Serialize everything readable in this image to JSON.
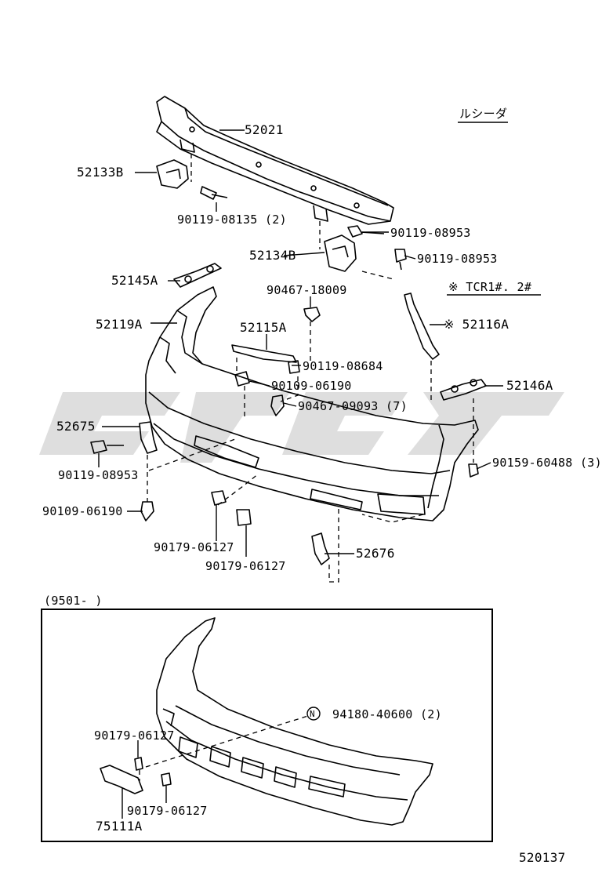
{
  "header": {
    "model_note": "ルシーダ",
    "variant_note": "※ TCR1#. 2#"
  },
  "parts": {
    "p52021": "52021",
    "p52133B": "52133B",
    "p90119_08135": "90119-08135 (2)",
    "p90119_08953_a": "90119-08953",
    "p52134B": "52134B",
    "p90119_08953_b": "90119-08953",
    "p52145A": "52145A",
    "p90467_18009": "90467-18009",
    "p52119A": "52119A",
    "p52116A": "※ 52116A",
    "p52115A": "52115A",
    "p90119_08684": "90119-08684",
    "p90109_06190_a": "90109-06190",
    "p52146A": "52146A",
    "p90467_09093": "90467-09093 (7)",
    "p52675": "52675",
    "p90119_08953_c": "90119-08953",
    "p90159_60488": "90159-60488 (3)",
    "p90109_06190_b": "90109-06190",
    "p90179_06127_a": "90179-06127",
    "p90179_06127_b": "90179-06127",
    "p52676": "52676"
  },
  "inset": {
    "date_range": "(9501-      )",
    "p94180_40600": "94180-40600 (2)",
    "p90179_06127_c": "90179-06127",
    "p90179_06127_d": "90179-06127",
    "p75111A": "75111A",
    "n_marker": "N"
  },
  "footer": {
    "diagram_number": "520137"
  },
  "colors": {
    "line": "#000000",
    "watermark": "#8a8a8a"
  }
}
